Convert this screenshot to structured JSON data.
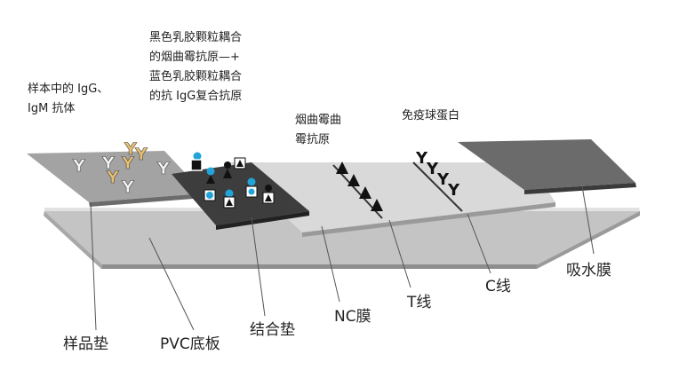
{
  "annotations": {
    "sample_antibody": [
      "样本中的 IgG、",
      "IgM 抗体"
    ],
    "conjugates": [
      "黑色乳胶颗粒耦合",
      "的烟曲霉抗原—+",
      "蓝色乳胶颗粒耦合",
      "的抗 IgG复合抗原"
    ],
    "antigen": [
      "烟曲霉曲",
      "霉抗原"
    ],
    "immunoglobulin": "免疫球蛋白"
  },
  "parts": {
    "sample_pad": "样品垫",
    "pvc_board": "PVC底板",
    "conjugate_pad": "结合垫",
    "nc_membrane": "NC膜",
    "t_line": "T线",
    "c_line": "C线",
    "absorbent_pad": "吸水膜"
  },
  "colors": {
    "base_plate": "#c4c4c4",
    "membrane": "#d9d9d9",
    "sample_pad": "#a3a3a3",
    "conjugate_pad": "#3d3d3d",
    "absorbent_pad": "#6b6b6b",
    "antibody_light": "#f4f4f4",
    "antibody_yellow": "#e8c070",
    "latex_blue": "#22a4d8",
    "antigen_black": "#111111"
  }
}
